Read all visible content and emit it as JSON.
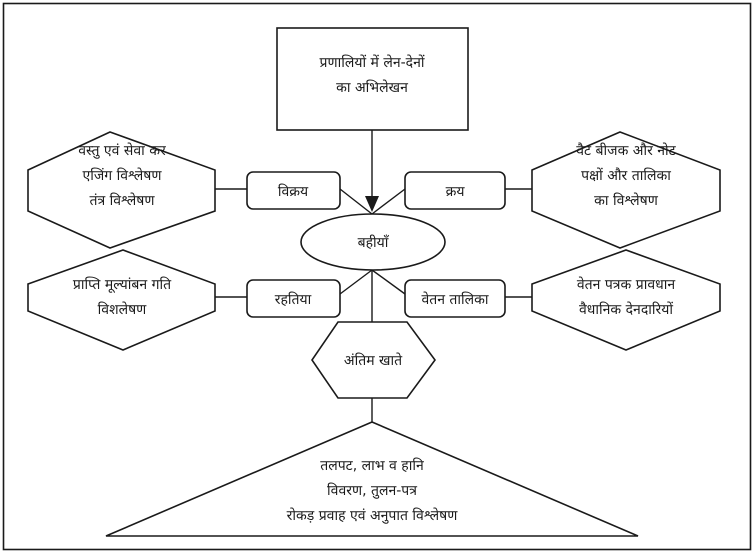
{
  "nodes": {
    "top": [
      "प्रणालियों में लेन-देनों",
      "का अभिलेखन"
    ],
    "ledgers": "बहीयाँ",
    "sales": "विक्रय",
    "purchase": "क्रय",
    "inventory": "रहतिया",
    "payroll": "वेतन तालिका",
    "final_accounts": "अंतिम खाते",
    "sales_analysis": [
      "वस्तु एवं सेवा कर",
      "एजिंग विश्लेषण",
      "तंत्र विश्लेषण"
    ],
    "purchase_analysis": [
      "वैट बीजक और नोट",
      "पक्षों और तालिका",
      "का विश्लेषण"
    ],
    "inventory_analysis": [
      "प्राप्ति मूल्यांबन गति",
      "विशलेषण"
    ],
    "payroll_analysis": [
      "वेतन पत्रक प्रावधान",
      "वैधानिक देनदारियों"
    ],
    "final_output": [
      "तलपट, लाभ व हानि",
      "विवरण, तुलन-पत्र",
      "रोकड़ प्रवाह एवं अनुपात विश्लेषण"
    ]
  }
}
